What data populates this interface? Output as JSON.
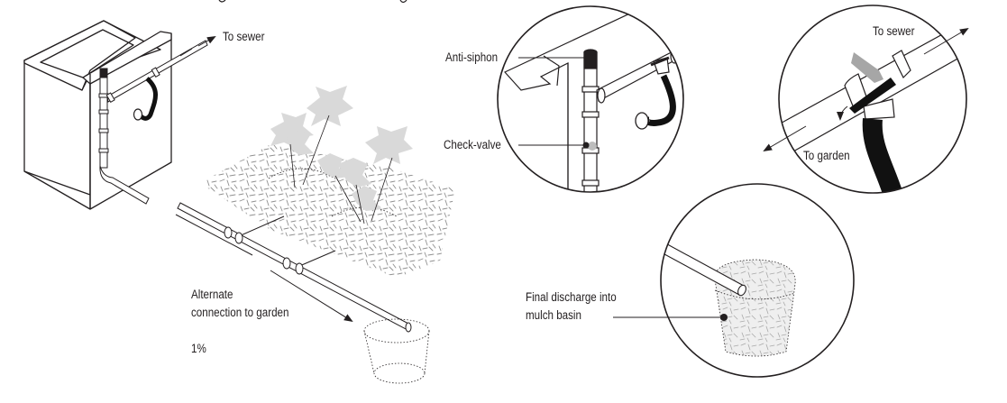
{
  "diagram": {
    "labels": {
      "to_sewer_main": "To sewer",
      "alternate_connection_line1": "Alternate",
      "alternate_connection_line2": "connection to garden",
      "slope": "1%",
      "anti_siphon": "Anti-siphon",
      "check_valve": "Check-valve",
      "to_sewer_detail": "To sewer",
      "to_garden_detail": "To garden",
      "final_discharge_line1": "Final discharge into",
      "final_discharge_line2": "mulch basin"
    },
    "colors": {
      "ink": "#231f20",
      "leaf": "#d9d9d9",
      "mulch": "#8a8a8a",
      "valve_handle_gray": "#a6a6a6",
      "hose": "#111111",
      "check_valve_dot": "#bdbdbd"
    },
    "icons": {
      "arrow": "arrow-head-icon",
      "leader_dot": "leader-dot-icon"
    }
  }
}
